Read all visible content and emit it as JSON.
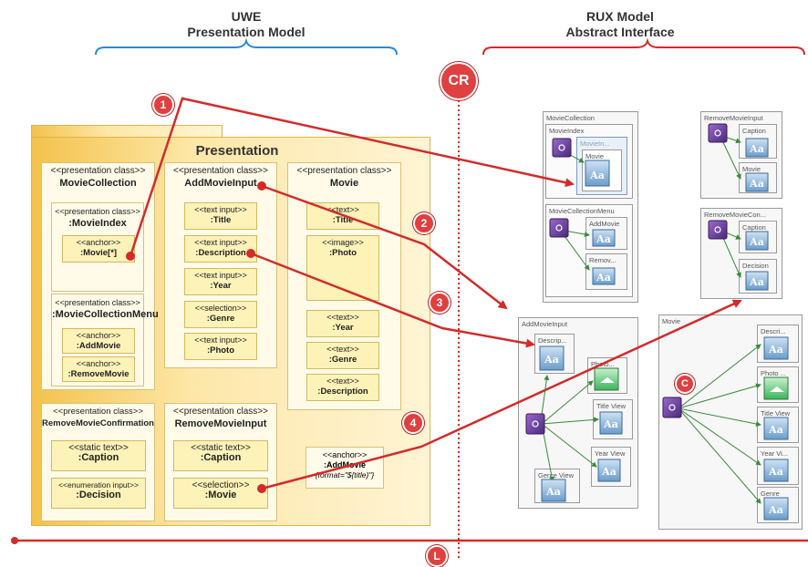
{
  "headers": {
    "uwe_line1": "UWE",
    "uwe_line2": "Presentation Model",
    "rux_line1": "RUX Model",
    "rux_line2": "Abstract Interface"
  },
  "cr_label": "CR",
  "l_label": "L",
  "c_label": "C",
  "markers": [
    "1",
    "2",
    "3",
    "4"
  ],
  "presentation": {
    "title": "Presentation",
    "stereotype_class": "<<presentation class>>",
    "movie_collection": {
      "name": "MovieCollection",
      "movie_index": {
        "stereo": "<<presentation class>>",
        "name": ":MovieIndex"
      },
      "anchor_movie": {
        "stereo": "<<anchor>>",
        "name": ":Movie[*]"
      },
      "menu": {
        "stereo": "<<presentation class>>",
        "name": ":MovieCollectionMenu"
      },
      "add_movie": {
        "stereo": "<<anchor>>",
        "name": ":AddMovie"
      },
      "remove_movie": {
        "stereo": "<<anchor>>",
        "name": ":RemoveMovie"
      }
    },
    "add_movie_input": {
      "name": "AddMovieInput",
      "items": [
        {
          "stereo": "<<text input>>",
          "name": ":Title"
        },
        {
          "stereo": "<<text input>>",
          "name": ":Description"
        },
        {
          "stereo": "<<text input>>",
          "name": ":Year"
        },
        {
          "stereo": "<<selection>>",
          "name": ":Genre"
        },
        {
          "stereo": "<<text input>>",
          "name": ":Photo"
        }
      ]
    },
    "movie": {
      "name": "Movie",
      "title": {
        "stereo": "<<text>>",
        "name": ":Title"
      },
      "photo": {
        "stereo": "<<image>>",
        "name": ":Photo"
      },
      "year": {
        "stereo": "<<text>>",
        "name": ":Year"
      },
      "genre": {
        "stereo": "<<text>>",
        "name": ":Genre"
      },
      "description": {
        "stereo": "<<text>>",
        "name": ":Description"
      }
    },
    "remove_confirmation": {
      "name": "RemoveMovieConfirmation",
      "caption": {
        "stereo": "<<static text>>",
        "name": ":Caption"
      },
      "decision": {
        "stereo": "<<enumeration input>>",
        "name": ":Decision"
      }
    },
    "remove_input": {
      "name": "RemoveMovieInput",
      "caption": {
        "stereo": "<<static text>>",
        "name": ":Caption"
      },
      "movie": {
        "stereo": "<<selection>>",
        "name": ":Movie"
      }
    },
    "anchor_addmovie": {
      "stereo": "<<anchor>>",
      "name": ":AddMovie",
      "format": "{format=\"${title}\"}"
    }
  },
  "rux": {
    "movie_collection": "MovieCollection",
    "movie_index": "MovieIndex",
    "movie_in": "MovieIn...",
    "movie": "Movie",
    "menu": "MovieCollectionMenu",
    "add_movie": "AddMovie",
    "remov": "Remov...",
    "remove_input": "RemoveMovieInput",
    "caption": "Caption",
    "movie2": "Movie",
    "remove_con": "RemoveMovieCon...",
    "caption2": "Caption",
    "decision": "Decision",
    "add_movie_input": "AddMovieInput",
    "descrip": "Descrip...",
    "photo": "Photo...",
    "title_view": "Title View",
    "year_view": "Year View",
    "genre_view": "Genre View",
    "movie_panel": "Movie",
    "descri": "Descri...",
    "photo2": "Photo ...",
    "title_view2": "Title View",
    "year_vi": "Year Vi...",
    "genre2": "Genre"
  },
  "colors": {
    "accent_red": "#d42a2a",
    "header_blue": "#2a8ad4",
    "node_purple": "#6a3a9a",
    "widget_blue": "#5c94c4",
    "widget_green": "#4cbc64",
    "arrow_green": "#3a8a3a"
  }
}
